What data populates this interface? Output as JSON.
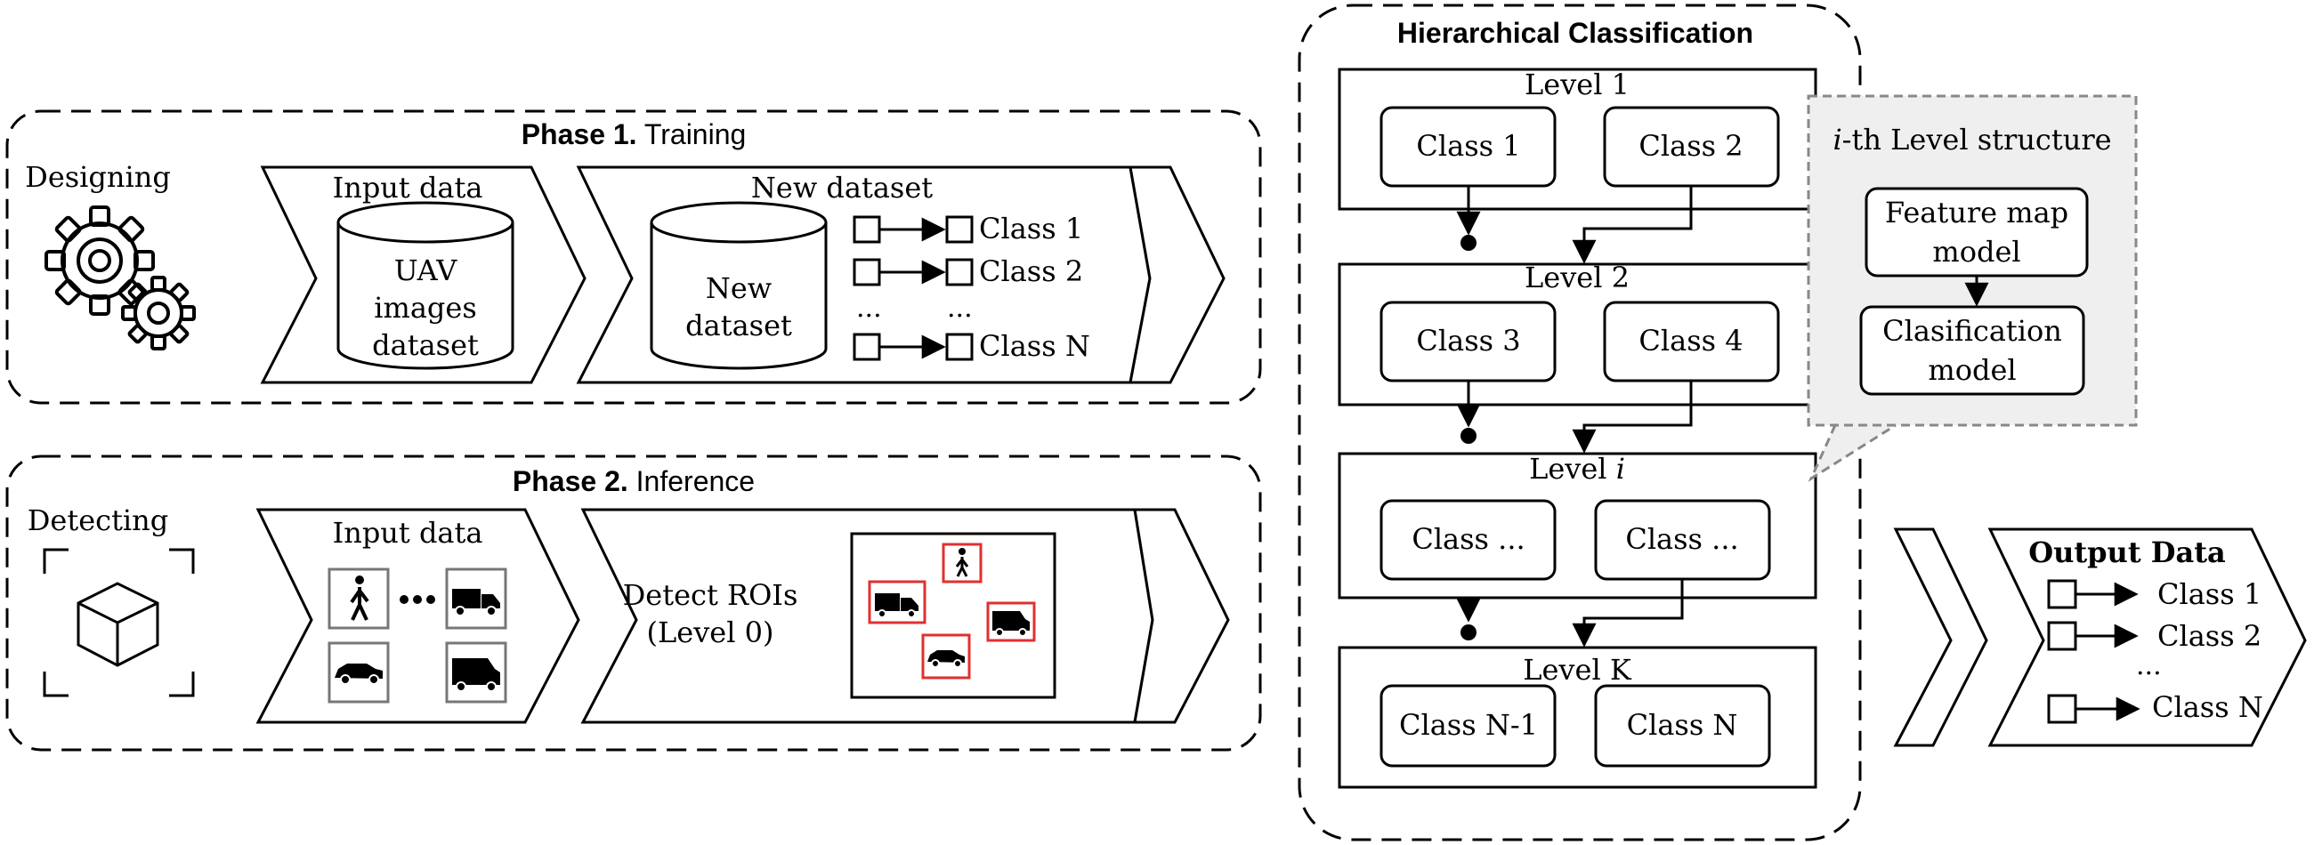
{
  "phase1": {
    "title_bold": "Phase 1.",
    "title_rest": " Training",
    "side_label": "Designing",
    "input_title": "Input data",
    "db_lines": [
      "UAV",
      "images",
      "dataset"
    ],
    "newds_title": "New dataset",
    "newdb_lines": [
      "New",
      "dataset"
    ],
    "classes": [
      "Class 1",
      "Class 2",
      "Class N"
    ],
    "ellipsis": "..."
  },
  "phase2": {
    "title_bold": "Phase 2.",
    "title_rest": " Inference",
    "side_label": "Detecting",
    "input_title": "Input data",
    "detect_lines": [
      "Detect ROIs",
      "(Level 0)"
    ]
  },
  "hierarchy": {
    "title": "Hierarchical Classification",
    "levels": [
      {
        "label": "Level 1",
        "classes": [
          "Class 1",
          "Class 2"
        ]
      },
      {
        "label": "Level 2",
        "classes": [
          "Class 3",
          "Class 4"
        ]
      },
      {
        "label_prefix": "Level ",
        "label_italic": "i",
        "classes": [
          "Class ...",
          "Class ..."
        ]
      },
      {
        "label": "Level K",
        "classes": [
          "Class N-1",
          "Class N"
        ]
      }
    ]
  },
  "level_structure": {
    "title_italic": "i",
    "title_rest": "-th Level structure",
    "box1_lines": [
      "Feature map",
      "model"
    ],
    "box2_lines": [
      "Clasification",
      "model"
    ]
  },
  "output": {
    "title": "Output Data",
    "classes": [
      "Class 1",
      "Class 2",
      "Class N"
    ],
    "ellipsis": "..."
  },
  "colors": {
    "roi_box": "#e03030",
    "callout_fill": "#efefef",
    "callout_border": "#888888"
  }
}
